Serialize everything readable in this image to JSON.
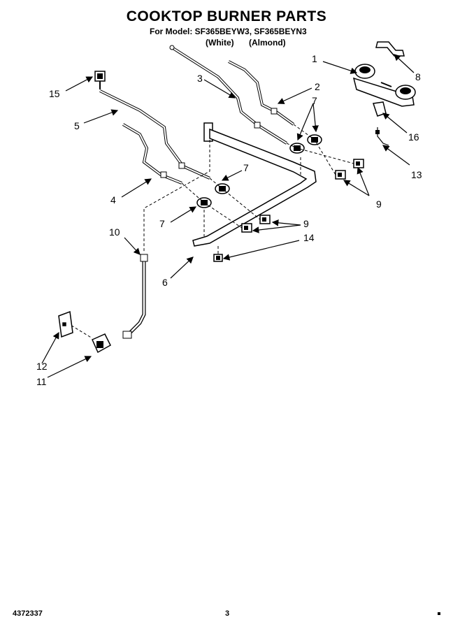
{
  "header": {
    "title": "COOKTOP BURNER PARTS",
    "model_line": "For Model: SF365BEYW3, SF365BEYN3",
    "variant_white": "(White)",
    "variant_almond": "(Almond)"
  },
  "callouts": {
    "c1": "1",
    "c2": "2",
    "c3": "3",
    "c4": "4",
    "c5": "5",
    "c6": "6",
    "c7a": "7",
    "c7b": "7",
    "c7c": "7",
    "c8": "8",
    "c9a": "9",
    "c9b": "9",
    "c10": "10",
    "c11": "11",
    "c12": "12",
    "c13": "13",
    "c14": "14",
    "c15": "15",
    "c16": "16"
  },
  "footer": {
    "doc_number": "4372337",
    "page_number": "3"
  }
}
